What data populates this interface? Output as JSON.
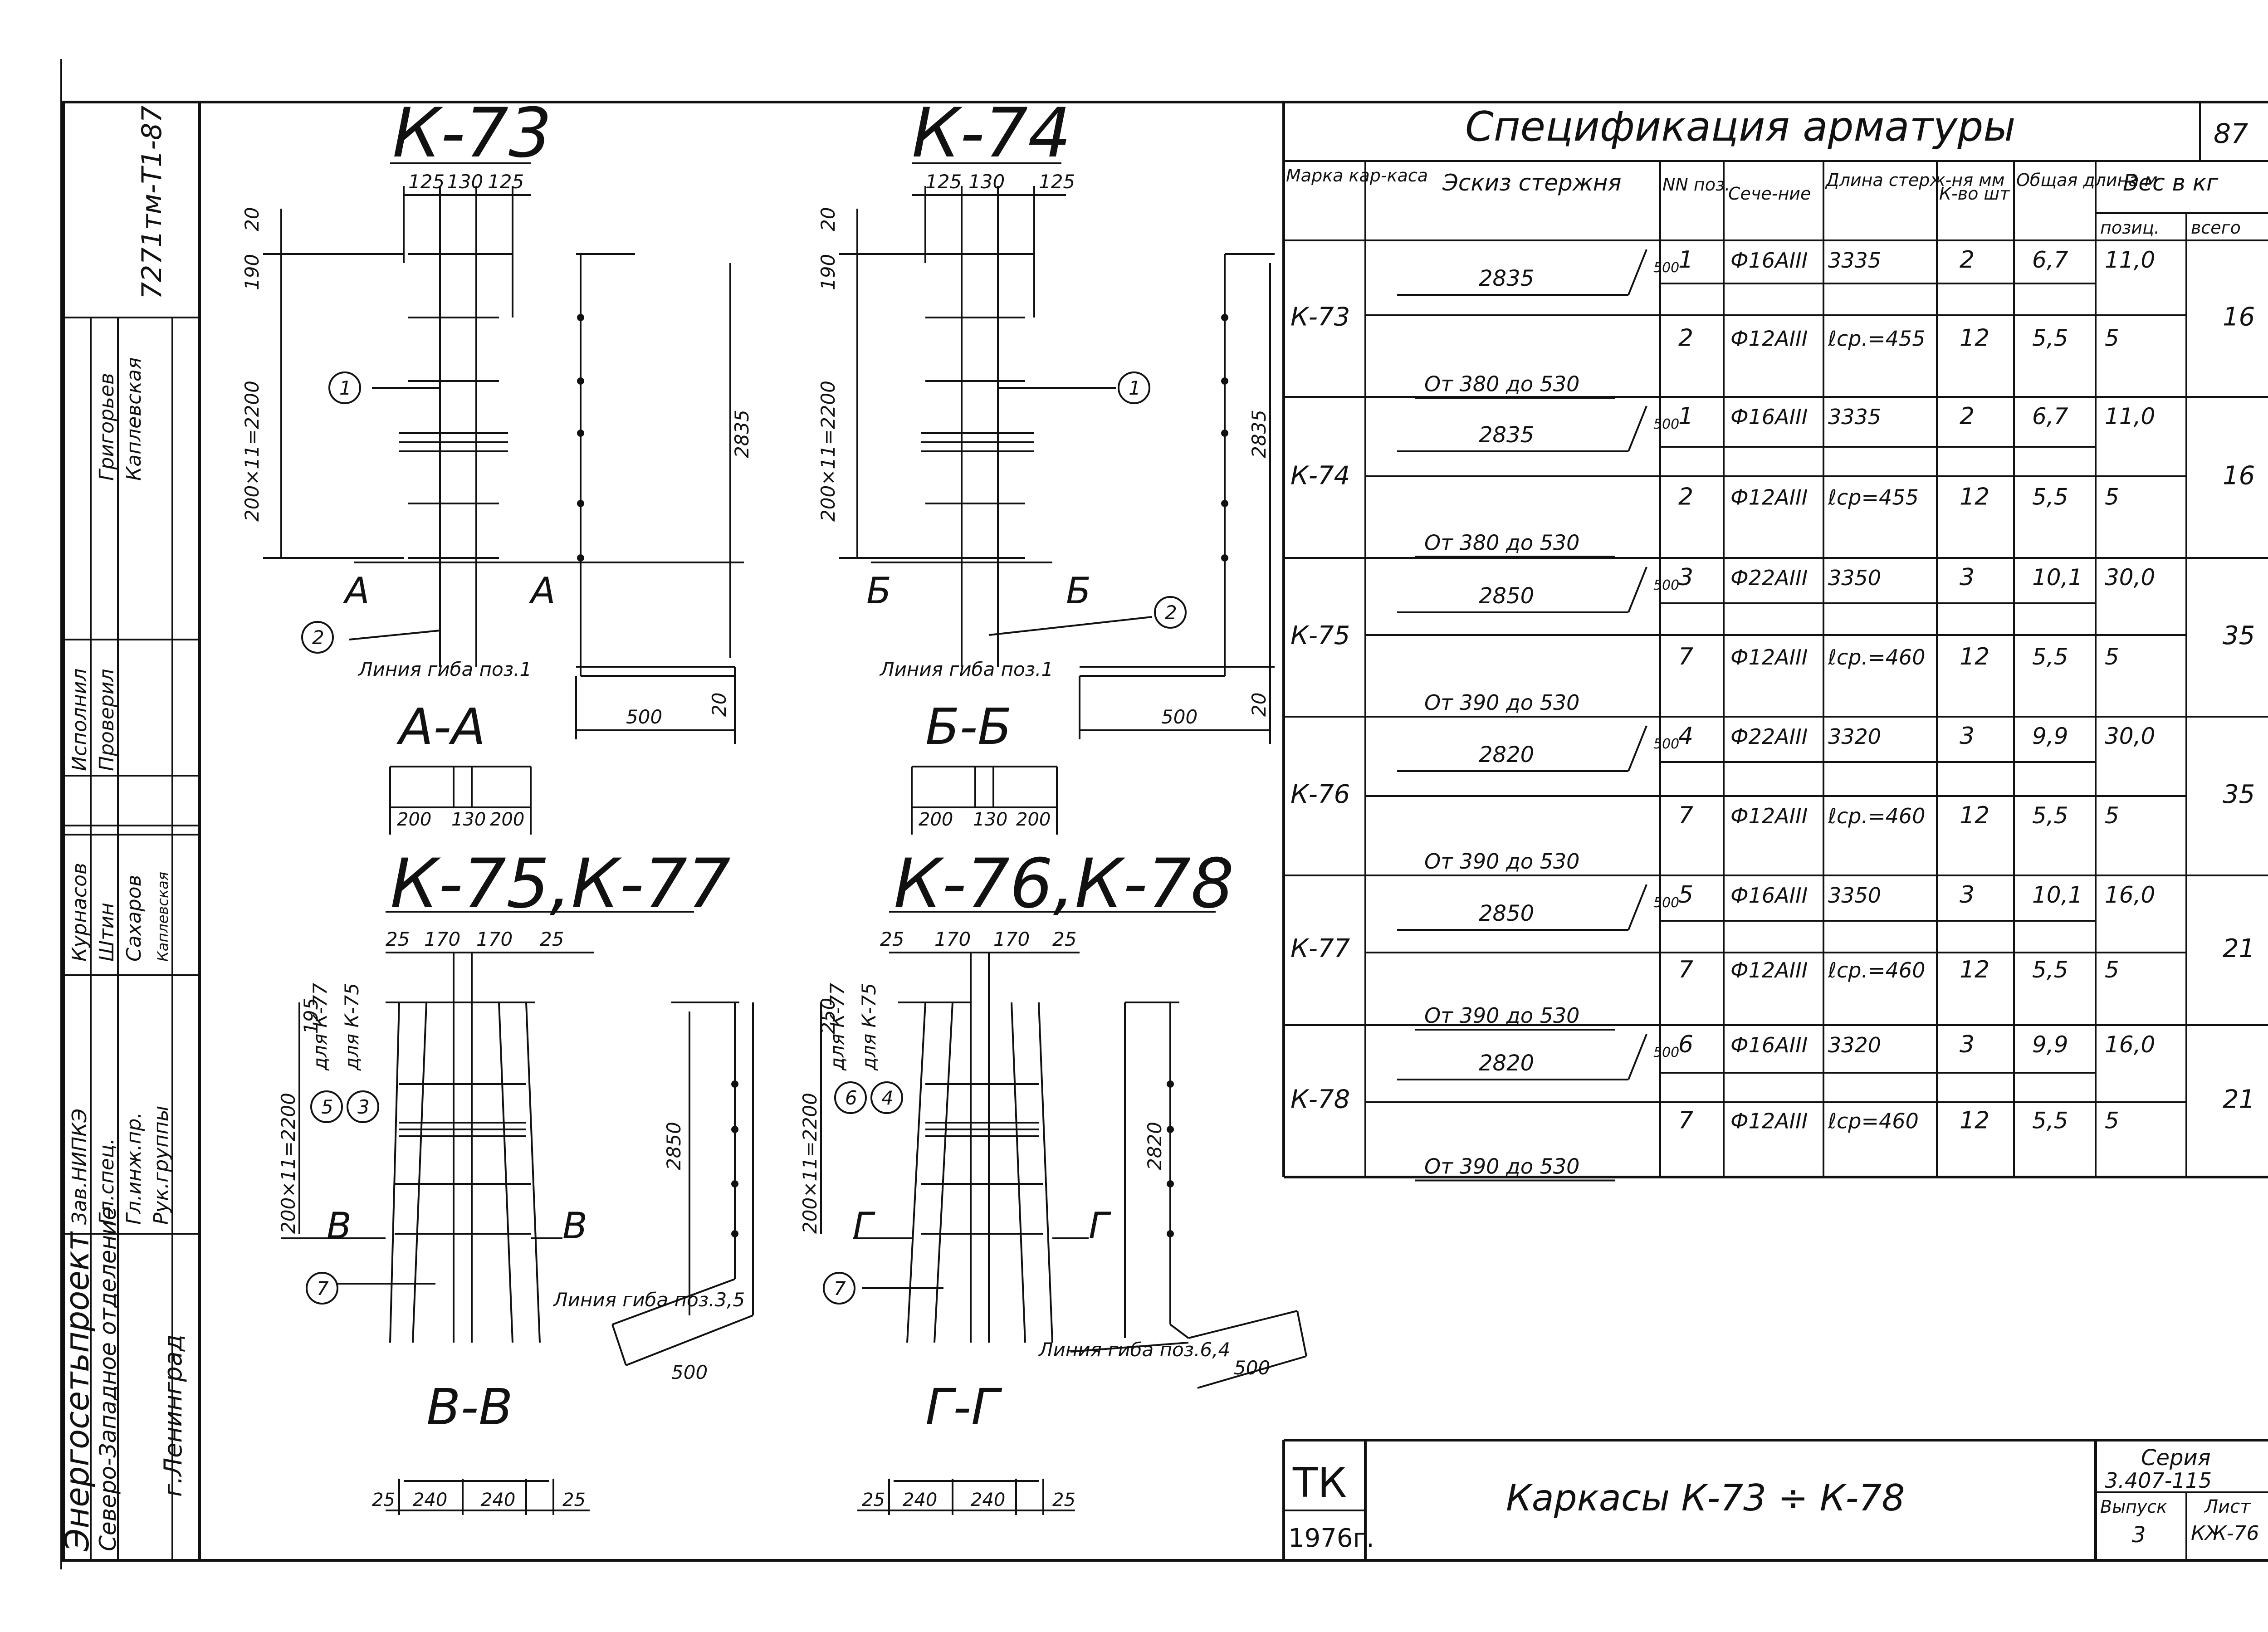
{
  "sheet_no": "87",
  "stamp": {
    "doc_code": "7271тм-Т1-87",
    "org_name": "Энергосетьпроект",
    "org_branch": "Северо-Западное отделение",
    "org_city": "г.Ленинград",
    "roles": [
      {
        "role": "Зав.НИПКЭ",
        "name": "Курнасов"
      },
      {
        "role": "Гл.спец.",
        "name": "Штин"
      },
      {
        "role": "Гл.инж.пр.",
        "name": "Сахаров"
      },
      {
        "role": "Рук.группы",
        "name": "Каплевская"
      },
      {
        "role": "Исполнил",
        "name": "Григорьев"
      },
      {
        "role": "Проверил",
        "name": "Каплевская"
      }
    ]
  },
  "drawings": {
    "k73": {
      "title": "К-73",
      "dims_top": [
        "125",
        "130",
        "125"
      ],
      "dim_20": "20",
      "dim_190": "190",
      "dim_spacing": "200×11=2200",
      "dim_height": "2835",
      "dim_foot": "20",
      "dim_base": "500",
      "cut_left": "А",
      "cut_right": "А",
      "pos1": "1",
      "pos2": "2",
      "bend_note": "Линия гиба поз.1",
      "section_title": "А-А",
      "section_dims": [
        "200",
        "130",
        "200"
      ]
    },
    "k74": {
      "title": "К-74",
      "dims_top": [
        "125",
        "130",
        "125"
      ],
      "dim_20": "20",
      "dim_190": "190",
      "dim_spacing": "200×11=2200",
      "dim_height": "2835",
      "dim_foot": "20",
      "dim_base": "500",
      "cut_left": "Б",
      "cut_right": "Б",
      "pos1": "1",
      "pos2": "2",
      "bend_note": "Линия гиба поз.1",
      "section_title": "Б-Б",
      "section_dims": [
        "200",
        "130",
        "200"
      ]
    },
    "k75": {
      "title": "К-75,К-77",
      "dims_top": [
        "25",
        "170",
        "170",
        "25"
      ],
      "label_k77": "для К-77",
      "label_k75": "для К-75",
      "dim_top": "195",
      "dim_spacing": "200×11=2200",
      "dim_height": "2850",
      "pos_a": "5",
      "pos_b": "3",
      "pos_c": "7",
      "cut_left": "В",
      "cut_right": "В",
      "bend_note": "Линия гиба поз.3,5",
      "dim_base": "500",
      "section_title": "В-В",
      "section_dims": [
        "25",
        "240",
        "240",
        "25"
      ]
    },
    "k76": {
      "title": "К-76,К-78",
      "dims_top": [
        "25",
        "170",
        "170",
        "25"
      ],
      "label_k77": "для К-77",
      "label_k75": "для К-75",
      "dim_top": "250",
      "dim_spacing": "200×11=2200",
      "dim_height": "2820",
      "pos_a": "6",
      "pos_b": "4",
      "pos_c": "7",
      "cut_left": "Г",
      "cut_right": "Г",
      "bend_note": "Линия гиба поз.6,4",
      "dim_base": "500",
      "section_title": "Г-Г",
      "section_dims": [
        "25",
        "240",
        "240",
        "25"
      ]
    }
  },
  "spec": {
    "title": "Спецификация арматуры",
    "headers": {
      "mark": "Марка кар-каса",
      "sketch": "Эскиз стержня",
      "pos": "NN поз.",
      "section": "Сече-ние",
      "length": "Длина стерж-ня мм",
      "qty": "К-во шт",
      "total_len": "Общая длина м",
      "weight": "Вес в кг",
      "weight_pos": "позиц.",
      "weight_total": "всего"
    },
    "groups": [
      {
        "mark": "К-73",
        "total": "16",
        "rows": [
          {
            "sketch": "2835",
            "hook": "500",
            "pos": "1",
            "section": "Ф16АIII",
            "length": "3335",
            "qty": "2",
            "total_len": "6,7",
            "weight": "11,0"
          },
          {
            "sketch": "От 380 до 530",
            "hook": "",
            "pos": "2",
            "section": "Ф12АIII",
            "length": "ℓср.=455",
            "qty": "12",
            "total_len": "5,5",
            "weight": "5"
          }
        ]
      },
      {
        "mark": "К-74",
        "total": "16",
        "rows": [
          {
            "sketch": "2835",
            "hook": "500",
            "pos": "1",
            "section": "Ф16АIII",
            "length": "3335",
            "qty": "2",
            "total_len": "6,7",
            "weight": "11,0"
          },
          {
            "sketch": "От 380 до 530",
            "hook": "",
            "pos": "2",
            "section": "Ф12АIII",
            "length": "ℓср=455",
            "qty": "12",
            "total_len": "5,5",
            "weight": "5"
          }
        ]
      },
      {
        "mark": "К-75",
        "total": "35",
        "rows": [
          {
            "sketch": "2850",
            "hook": "500",
            "pos": "3",
            "section": "Ф22АIII",
            "length": "3350",
            "qty": "3",
            "total_len": "10,1",
            "weight": "30,0"
          },
          {
            "sketch": "От 390 до 530",
            "hook": "",
            "pos": "7",
            "section": "Ф12АIII",
            "length": "ℓср.=460",
            "qty": "12",
            "total_len": "5,5",
            "weight": "5"
          }
        ]
      },
      {
        "mark": "К-76",
        "total": "35",
        "rows": [
          {
            "sketch": "2820",
            "hook": "500",
            "pos": "4",
            "section": "Ф22АIII",
            "length": "3320",
            "qty": "3",
            "total_len": "9,9",
            "weight": "30,0"
          },
          {
            "sketch": "От 390 до 530",
            "hook": "",
            "pos": "7",
            "section": "Ф12АIII",
            "length": "ℓср.=460",
            "qty": "12",
            "total_len": "5,5",
            "weight": "5"
          }
        ]
      },
      {
        "mark": "К-77",
        "total": "21",
        "rows": [
          {
            "sketch": "2850",
            "hook": "500",
            "pos": "5",
            "section": "Ф16АIII",
            "length": "3350",
            "qty": "3",
            "total_len": "10,1",
            "weight": "16,0"
          },
          {
            "sketch": "От 390 до 530",
            "hook": "",
            "pos": "7",
            "section": "Ф12АIII",
            "length": "ℓср.=460",
            "qty": "12",
            "total_len": "5,5",
            "weight": "5"
          }
        ]
      },
      {
        "mark": "К-78",
        "total": "21",
        "rows": [
          {
            "sketch": "2820",
            "hook": "500",
            "pos": "6",
            "section": "Ф16АIII",
            "length": "3320",
            "qty": "3",
            "total_len": "9,9",
            "weight": "16,0"
          },
          {
            "sketch": "От 390 до 530",
            "hook": "",
            "pos": "7",
            "section": "Ф12АIII",
            "length": "ℓср=460",
            "qty": "12",
            "total_len": "5,5",
            "weight": "5"
          }
        ]
      }
    ]
  },
  "title_block": {
    "tk": "ТК",
    "year": "1976г.",
    "title": "Каркасы К-73 ÷ К-78",
    "series_label": "Серия",
    "series": "3.407-115",
    "issue_label": "Выпуск",
    "issue": "3",
    "sheet_label": "Лист",
    "sheet": "КЖ-76"
  }
}
